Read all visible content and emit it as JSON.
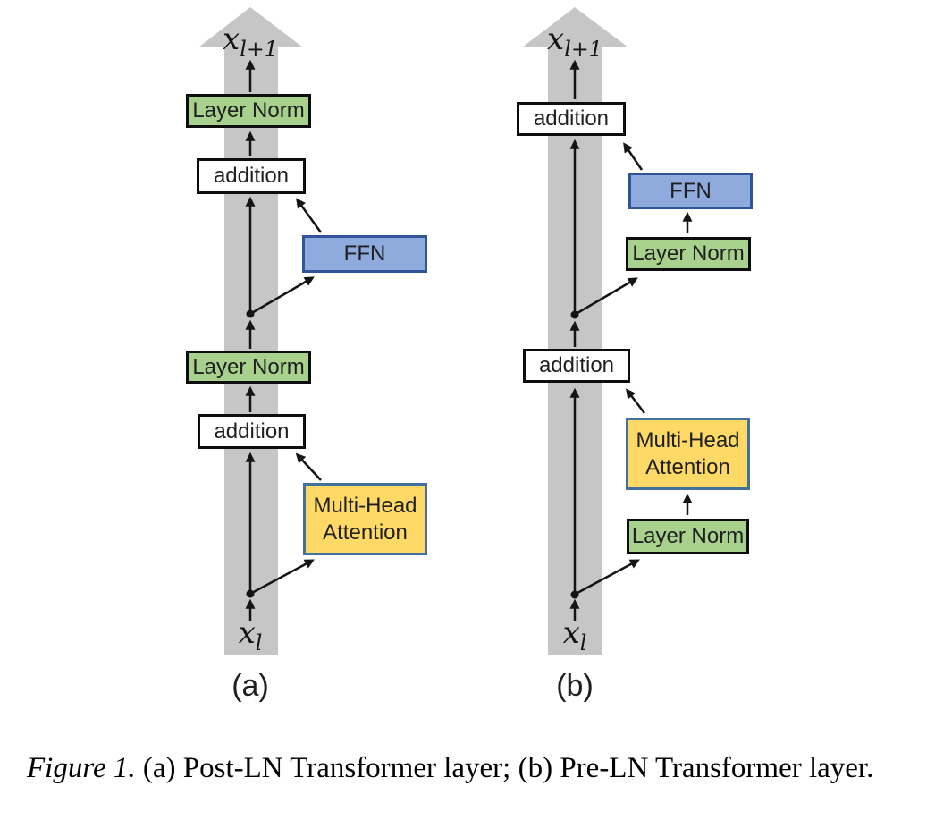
{
  "panels": {
    "a": {
      "label": "(a)",
      "output_var_base": "x",
      "output_var_sub": "l+1",
      "input_var_base": "x",
      "input_var_sub": "l",
      "boxes": {
        "layer_norm_top": "Layer Norm",
        "addition_upper": "addition",
        "ffn": "FFN",
        "layer_norm_mid": "Layer Norm",
        "addition_lower": "addition",
        "mha_line1": "Multi-Head",
        "mha_line2": "Attention"
      }
    },
    "b": {
      "label": "(b)",
      "output_var_base": "x",
      "output_var_sub": "l+1",
      "input_var_base": "x",
      "input_var_sub": "l",
      "boxes": {
        "addition_top": "addition",
        "ffn": "FFN",
        "layer_norm_upper": "Layer Norm",
        "addition_mid": "addition",
        "mha_line1": "Multi-Head",
        "mha_line2": "Attention",
        "layer_norm_lower": "Layer Norm"
      }
    }
  },
  "caption": {
    "figure_label": "Figure 1.",
    "text": " (a) Post-LN Transformer layer; (b) Pre-LN Transformer layer."
  },
  "colors": {
    "band_gray": "#c6c6c6",
    "layer_norm_fill": "#a9d18e",
    "ffn_fill": "#8faadc",
    "ffn_border": "#2f5597",
    "mha_fill": "#ffd966",
    "mha_border": "#41719c",
    "arrow_black": "#141414"
  }
}
